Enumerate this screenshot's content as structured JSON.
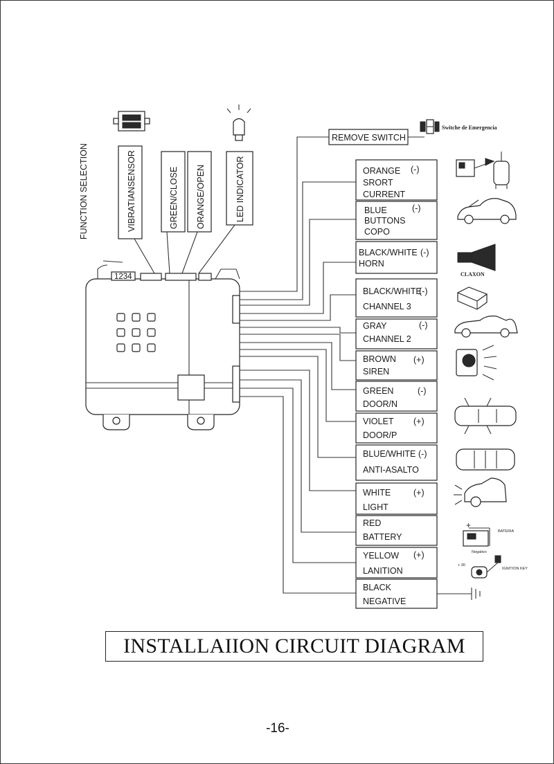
{
  "title": "INSTALLAIION CIRCUIT DIAGRAM",
  "page_number": "-16-",
  "function_selection": "FUNCTION SELECTION",
  "dip_numbers": "1234",
  "vertical_labels": [
    "VIBRATIANSENSOR",
    "GREEN/CLOSE",
    "ORANGE/OPEN",
    "LED INDICATOR"
  ],
  "remove_switch": "REMOVE SWITCH",
  "emergency_switch": "Switche de Emergencia",
  "claxon": "CLAXON",
  "battery_label": "BATERIA",
  "negative_label": "Negativo",
  "ignition_label": "IGNITION KEY",
  "plus_30": "+ 30",
  "terminals": [
    {
      "line1": "ORANGE",
      "line2": "SRORT",
      "line3": "CURRENT",
      "sign": "(-)"
    },
    {
      "line1": "BLUE",
      "line2": "BUTTONS",
      "line3": "COPO",
      "sign": "(-)"
    },
    {
      "line1": "BLACK/WHITE",
      "line2": "HORN",
      "line3": "",
      "sign": "(-)"
    },
    {
      "line1": "BLACK/WHITE",
      "line2": "CHANNEL 3",
      "line3": "",
      "sign": "(-)"
    },
    {
      "line1": "GRAY",
      "line2": "CHANNEL 2",
      "line3": "",
      "sign": "(-)"
    },
    {
      "line1": "BROWN",
      "line2": "SIREN",
      "line3": "",
      "sign": "(+)"
    },
    {
      "line1": "GREEN",
      "line2": "DOOR/N",
      "line3": "",
      "sign": "(-)"
    },
    {
      "line1": "VIOLET",
      "line2": "DOOR/P",
      "line3": "",
      "sign": "(+)"
    },
    {
      "line1": "BLUE/WHITE",
      "line2": "ANTI-ASALTO",
      "line3": "",
      "sign": "(-)"
    },
    {
      "line1": "WHITE",
      "line2": "LIGHT",
      "line3": "",
      "sign": "(+)"
    },
    {
      "line1": "RED",
      "line2": "BATTERY",
      "line3": "",
      "sign": ""
    },
    {
      "line1": "YELLOW",
      "line2": "LANITION",
      "line3": "",
      "sign": "(+)"
    },
    {
      "line1": "BLACK",
      "line2": "NEGATIVE",
      "line3": "",
      "sign": ""
    }
  ]
}
